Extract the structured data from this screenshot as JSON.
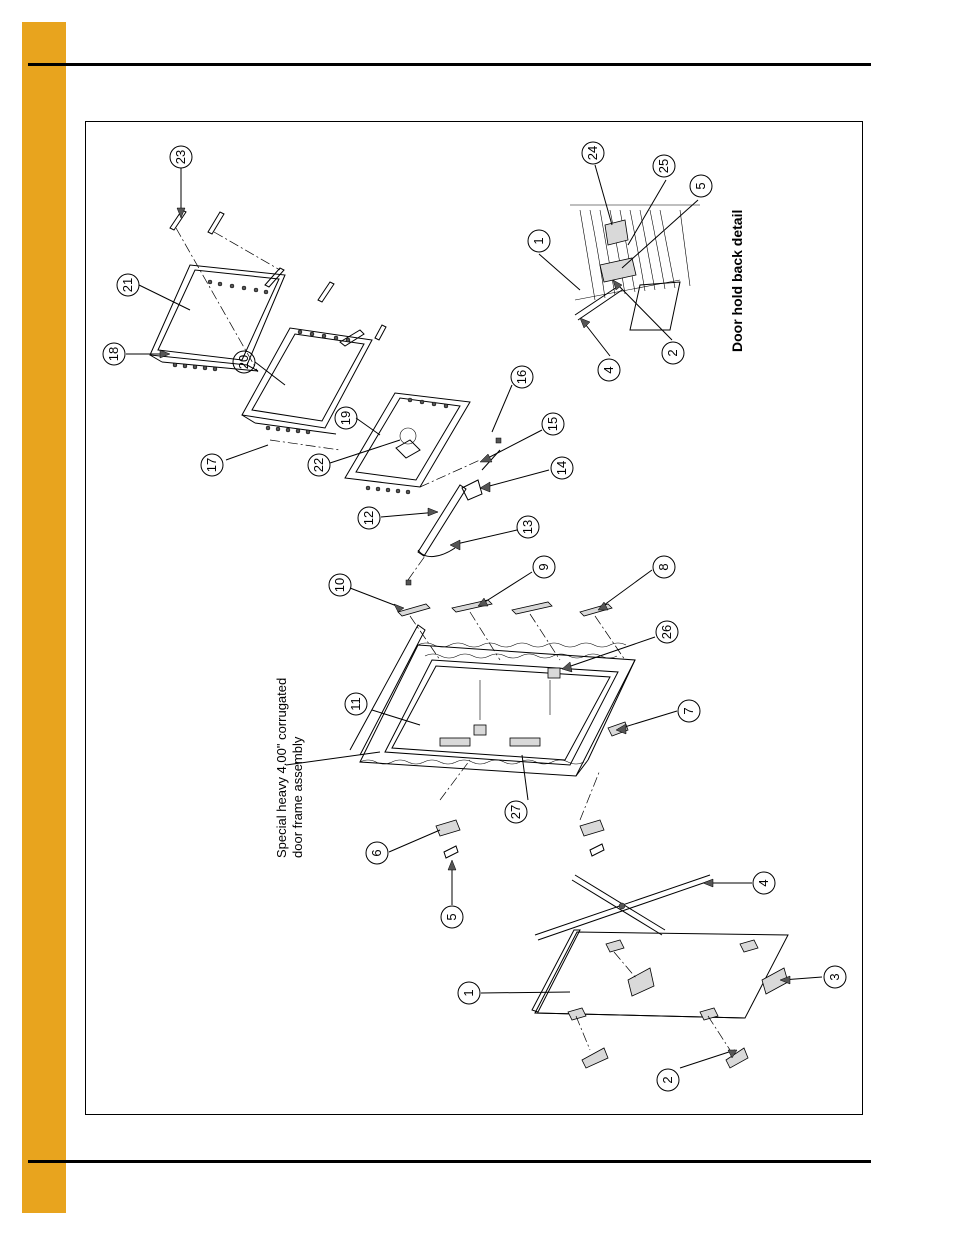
{
  "page": {
    "accent_color": "#e8a41e"
  },
  "diagram": {
    "notes": {
      "frame_assembly_line1": "Special heavy 4.00\" corrugated",
      "frame_assembly_line2": "door frame assembly",
      "detail_title": "Door hold back detail"
    },
    "callouts": {
      "c1_main": "1",
      "c2_main": "2",
      "c3": "3",
      "c4_main": "4",
      "c5_main": "5",
      "c6": "6",
      "c7": "7",
      "c8": "8",
      "c9": "9",
      "c10": "10",
      "c11": "11",
      "c12": "12",
      "c13": "13",
      "c14": "14",
      "c15": "15",
      "c16": "16",
      "c17": "17",
      "c18": "18",
      "c19": "19",
      "c20": "20",
      "c21": "21",
      "c22": "22",
      "c23": "23",
      "c24": "24",
      "c25": "25",
      "c26": "26",
      "c27": "27",
      "c1_detail": "1",
      "c2_detail": "2",
      "c4_detail": "4",
      "c5_detail": "5"
    }
  }
}
